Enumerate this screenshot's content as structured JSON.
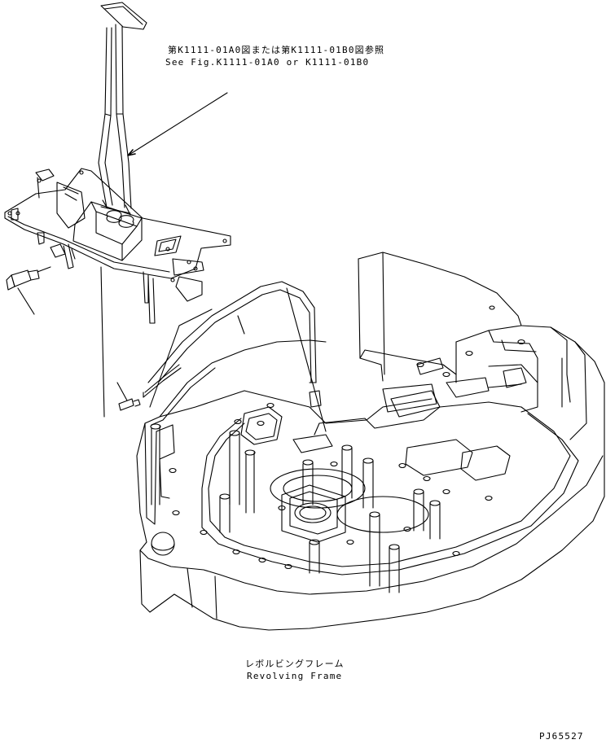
{
  "reference_note": {
    "japanese": "第K1111-01A0図または第K1111-01B0図参照",
    "english": "See Fig.K1111-01A0 or K1111-01B0"
  },
  "frame_label": {
    "japanese": "レボルビングフレーム",
    "english": "Revolving Frame"
  },
  "drawing_code": "PJ65527",
  "line_color": "#000000",
  "background": "#ffffff"
}
